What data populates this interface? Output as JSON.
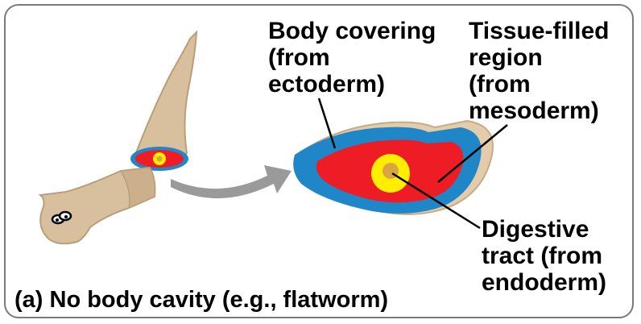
{
  "labels": {
    "body_covering": "Body covering\n(from\nectoderm)",
    "tissue_filled": "Tissue-filled\nregion\n(from\nmesoderm)",
    "digestive": "Digestive\ntract (from\nendoderm)"
  },
  "caption": "(a) No body cavity (e.g., flatworm)",
  "colors": {
    "worm_tan": "#d8c09e",
    "ectoderm_blue": "#1f86c7",
    "mesoderm_red": "#ee1c25",
    "endoderm_yellow": "#ffee00",
    "gut_lumen": "#d9a441",
    "arrow_gray": "#9a9a9a"
  }
}
